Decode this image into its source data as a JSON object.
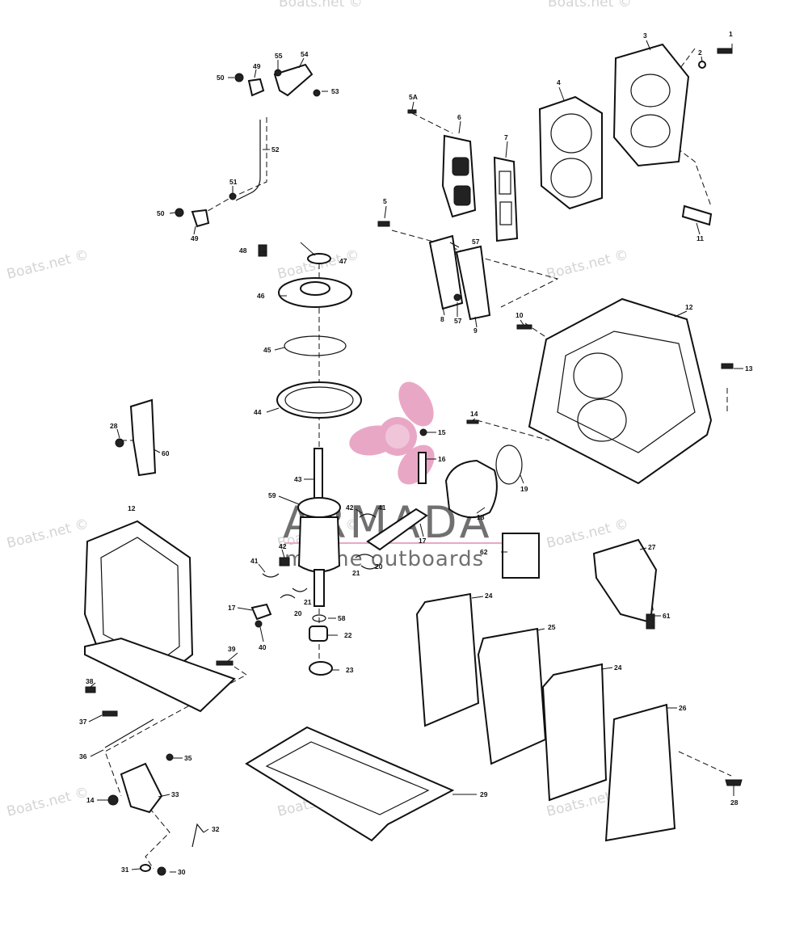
{
  "watermark_text": "Boats.net ©",
  "brand": {
    "name": "ARMADA",
    "tagline": "marine outboards",
    "logo_color": "#e9a7c6",
    "text_color": "#707070"
  },
  "callouts": [
    {
      "id": "c1",
      "label": "1"
    },
    {
      "id": "c2",
      "label": "2"
    },
    {
      "id": "c3",
      "label": "3"
    },
    {
      "id": "c4",
      "label": "4"
    },
    {
      "id": "c5a",
      "label": "5A"
    },
    {
      "id": "c5",
      "label": "5"
    },
    {
      "id": "c6",
      "label": "6"
    },
    {
      "id": "c7",
      "label": "7"
    },
    {
      "id": "c8",
      "label": "8"
    },
    {
      "id": "c9",
      "label": "9"
    },
    {
      "id": "c10",
      "label": "10"
    },
    {
      "id": "c11",
      "label": "11"
    },
    {
      "id": "c12a",
      "label": "12"
    },
    {
      "id": "c12b",
      "label": "12"
    },
    {
      "id": "c13",
      "label": "13"
    },
    {
      "id": "c14a",
      "label": "14"
    },
    {
      "id": "c14b",
      "label": "14"
    },
    {
      "id": "c15",
      "label": "15"
    },
    {
      "id": "c16",
      "label": "16"
    },
    {
      "id": "c17a",
      "label": "17"
    },
    {
      "id": "c17b",
      "label": "17"
    },
    {
      "id": "c18",
      "label": "18"
    },
    {
      "id": "c19",
      "label": "19"
    },
    {
      "id": "c20a",
      "label": "20"
    },
    {
      "id": "c20b",
      "label": "20"
    },
    {
      "id": "c21a",
      "label": "21"
    },
    {
      "id": "c21b",
      "label": "21"
    },
    {
      "id": "c22",
      "label": "22"
    },
    {
      "id": "c23",
      "label": "23"
    },
    {
      "id": "c24a",
      "label": "24"
    },
    {
      "id": "c24b",
      "label": "24"
    },
    {
      "id": "c25",
      "label": "25"
    },
    {
      "id": "c26",
      "label": "26"
    },
    {
      "id": "c27",
      "label": "27"
    },
    {
      "id": "c28a",
      "label": "28"
    },
    {
      "id": "c28b",
      "label": "28"
    },
    {
      "id": "c29",
      "label": "29"
    },
    {
      "id": "c30",
      "label": "30"
    },
    {
      "id": "c31",
      "label": "31"
    },
    {
      "id": "c32",
      "label": "32"
    },
    {
      "id": "c33",
      "label": "33"
    },
    {
      "id": "c35",
      "label": "35"
    },
    {
      "id": "c36",
      "label": "36"
    },
    {
      "id": "c37",
      "label": "37"
    },
    {
      "id": "c38",
      "label": "38"
    },
    {
      "id": "c39",
      "label": "39"
    },
    {
      "id": "c40",
      "label": "40"
    },
    {
      "id": "c41a",
      "label": "41"
    },
    {
      "id": "c41b",
      "label": "41"
    },
    {
      "id": "c42a",
      "label": "42"
    },
    {
      "id": "c42b",
      "label": "42"
    },
    {
      "id": "c43",
      "label": "43"
    },
    {
      "id": "c44",
      "label": "44"
    },
    {
      "id": "c45",
      "label": "45"
    },
    {
      "id": "c46",
      "label": "46"
    },
    {
      "id": "c47",
      "label": "47"
    },
    {
      "id": "c48",
      "label": "48"
    },
    {
      "id": "c49a",
      "label": "49"
    },
    {
      "id": "c49b",
      "label": "49"
    },
    {
      "id": "c50a",
      "label": "50"
    },
    {
      "id": "c50b",
      "label": "50"
    },
    {
      "id": "c51",
      "label": "51"
    },
    {
      "id": "c52",
      "label": "52"
    },
    {
      "id": "c53",
      "label": "53"
    },
    {
      "id": "c54",
      "label": "54"
    },
    {
      "id": "c55",
      "label": "55"
    },
    {
      "id": "c57a",
      "label": "57"
    },
    {
      "id": "c57b",
      "label": "57"
    },
    {
      "id": "c58",
      "label": "58"
    },
    {
      "id": "c59",
      "label": "59"
    },
    {
      "id": "c60",
      "label": "60"
    },
    {
      "id": "c61",
      "label": "61"
    },
    {
      "id": "c62",
      "label": "62"
    }
  ]
}
